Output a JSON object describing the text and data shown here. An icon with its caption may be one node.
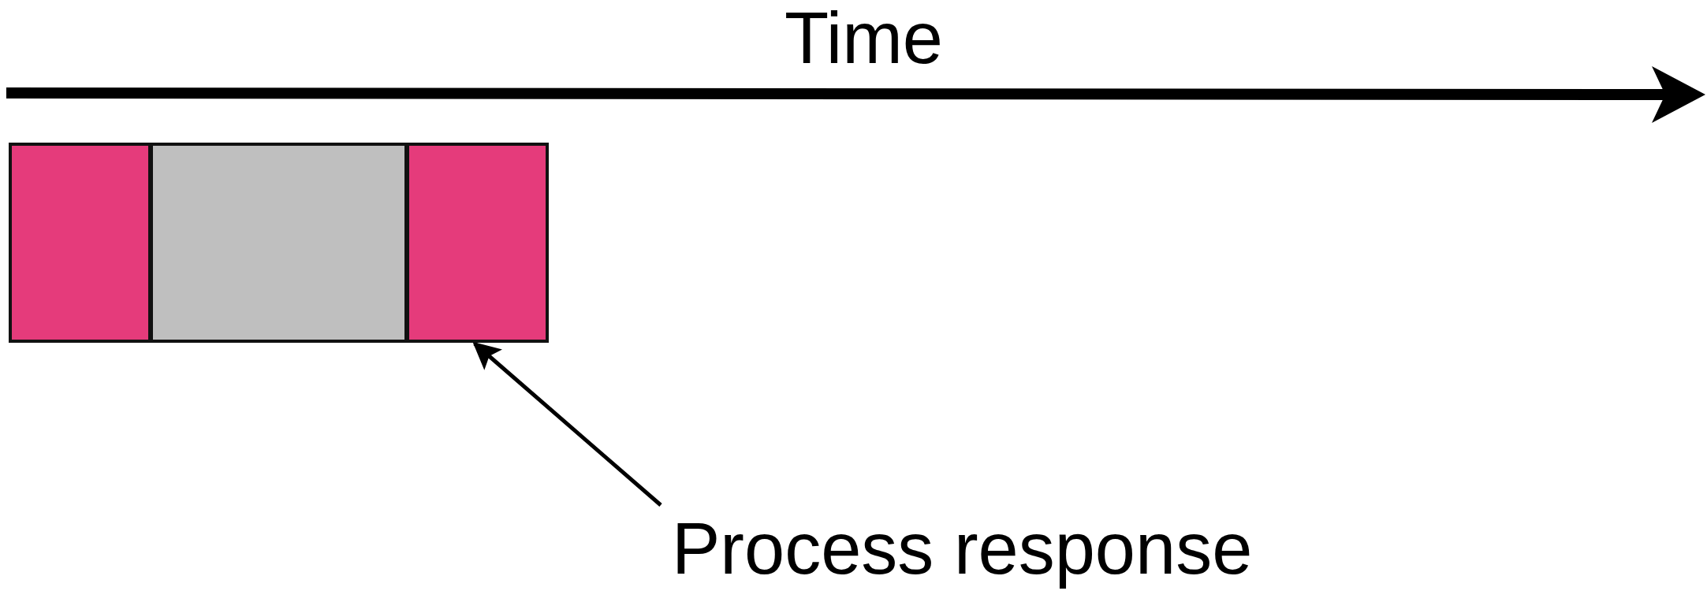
{
  "diagram": {
    "nodes": [
      {
        "text": [],
        "shape": "box"
      },
      {
        "text": [],
        "shape": "box"
      },
      {
        "text": [],
        "shape": "box"
      },
      {
        "text": [
          "Process response"
        ]
      }
    ],
    "edges": [
      {
        "from": 3,
        "to": 2,
        "arrow": "to"
      }
    ],
    "labels": [
      "Time"
    ]
  }
}
